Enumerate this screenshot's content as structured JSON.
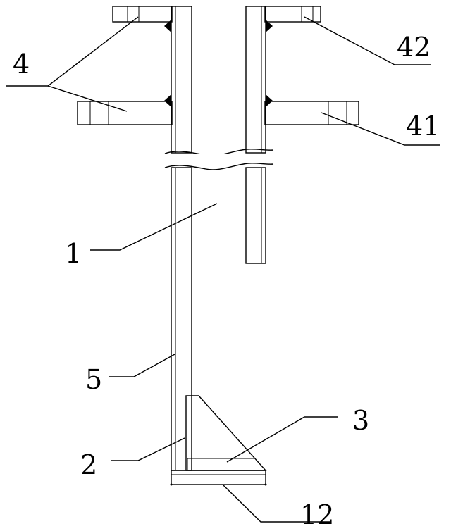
{
  "figure": {
    "labels": {
      "l4": "4",
      "l42": "42",
      "l41": "41",
      "l1": "1",
      "l5": "5",
      "l2": "2",
      "l3": "3",
      "l12": "12"
    }
  }
}
